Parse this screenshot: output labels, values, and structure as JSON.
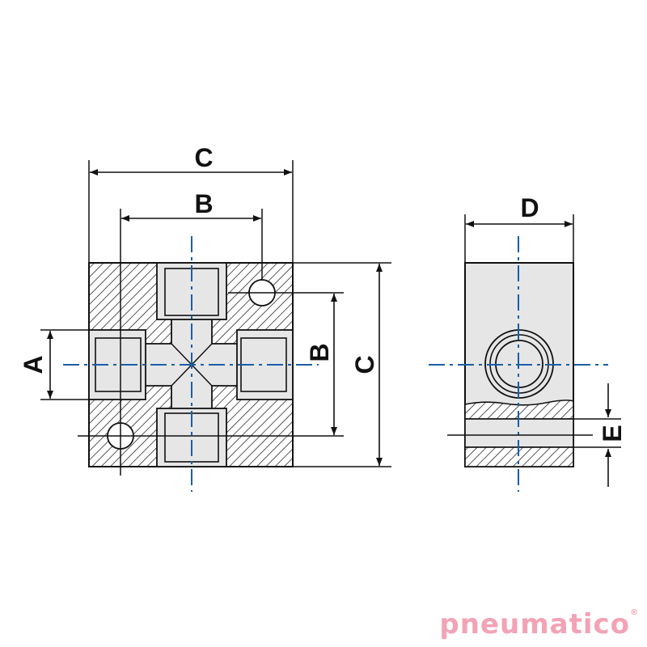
{
  "dimensions": {
    "front_width": "C",
    "front_hole_spacing": "B",
    "front_port_height": "A",
    "front_side_spacing": "B",
    "front_height": "C",
    "side_width": "D",
    "side_gap": "E"
  },
  "brand": {
    "logo_text": "pneumatico",
    "registered_mark": "®",
    "color": "#f2a3b5"
  },
  "colors": {
    "centerline": "#1a5fa8",
    "body_fill": "#e6e6e6",
    "outline": "#111111"
  }
}
